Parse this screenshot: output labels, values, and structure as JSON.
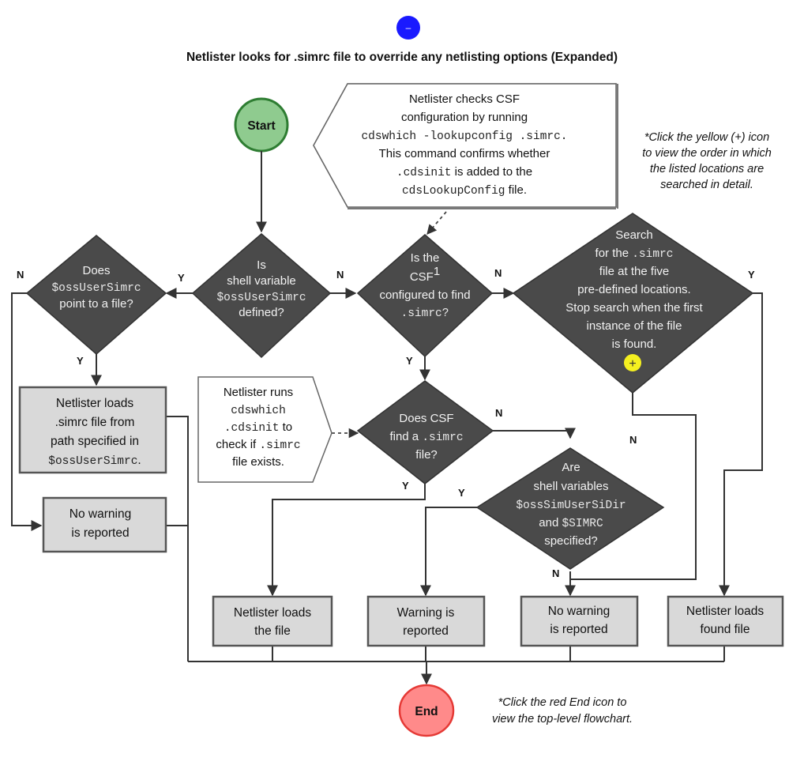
{
  "header": {
    "collapse_icon_label": "–",
    "title": "Netlister looks for .simrc file to override any netlisting options (Expanded)"
  },
  "terminals": {
    "start": "Start",
    "end": "End"
  },
  "notes": {
    "csf_check": {
      "lines": [
        {
          "t": "Netlister checks CSF",
          "mono": false
        },
        {
          "t": "configuration by running",
          "mono": false
        },
        {
          "t": "cdswhich -lookupconfig .simrc.",
          "mono": true
        },
        {
          "t": "This command confirms whether",
          "mono": false
        },
        {
          "t": ".cdsinit is added to the",
          "mono": "mixed",
          "mono_part": ".cdsinit",
          "rest": " is added to the"
        },
        {
          "t": "cdsLookupConfig file.",
          "mono": "mixed",
          "mono_part": "cdsLookupConfig",
          "rest": " file."
        }
      ]
    },
    "runs_cdswhich": {
      "line1": "Netlister runs",
      "line2": "cdswhich",
      "line3_mono": ".cdsinit",
      "line3_rest": " to",
      "line4_text": "check if ",
      "line4_mono": ".simrc",
      "line5": "file exists."
    },
    "yellow_hint": [
      "*Click the yellow (+) icon",
      "to view the order in which",
      "the listed locations are",
      "searched in detail."
    ],
    "end_hint": [
      "*Click the red End icon to",
      "view the top-level flowchart."
    ]
  },
  "decisions": {
    "shell_var": {
      "l1": "Is",
      "l2": "shell variable",
      "l3": "$ossUserSimrc",
      "l4": "defined?"
    },
    "points_file": {
      "l1": "Does",
      "l2": "$ossUserSimrc",
      "l3": "point to a file?"
    },
    "csf_config": {
      "l1": "Is the",
      "l2": "CSF",
      "sup": "1",
      "l3": "configured to find",
      "l4": ".simrc?"
    },
    "search": {
      "l1": "Search",
      "l2a": "for the ",
      "l2b": ".simrc",
      "l3": "file at the five",
      "l4": "pre-defined locations.",
      "l5": "Stop search when the first",
      "l6": "instance of the file",
      "l7": "is found.",
      "plus": "+"
    },
    "csf_find": {
      "l1": "Does CSF",
      "l2a": "find a ",
      "l2b": ".simrc",
      "l3": "file?"
    },
    "shell_vars": {
      "l1": "Are",
      "l2": "shell variables",
      "l3": "$ossSimUserSiDir",
      "l4a": "and ",
      "l4b": "$SIMRC",
      "l5": "specified?"
    }
  },
  "boxes": {
    "loads_path": {
      "l1": "Netlister loads",
      "l2": ".simrc file from",
      "l3": "path specified in",
      "l4": "$ossUserSimrc",
      "l4b": "."
    },
    "no_warning_left": {
      "l1": "No warning",
      "l2": "is reported"
    },
    "loads_file": {
      "l1": "Netlister loads",
      "l2": "the file"
    },
    "warning": {
      "l1": "Warning is",
      "l2": "reported"
    },
    "no_warning_mid": {
      "l1": "No warning",
      "l2": "is reported"
    },
    "loads_found": {
      "l1": "Netlister loads",
      "l2": "found file"
    }
  },
  "labels": {
    "Y": "Y",
    "N": "N"
  },
  "colors": {
    "start_fill": "#8fcb8f",
    "start_stroke": "#2e7d32",
    "end_fill": "#ff8a8a",
    "end_stroke": "#e53935",
    "collapse_icon": "#1a1aff",
    "plus_icon": "#f5f020",
    "decision_fill": "#4a4a4a",
    "box_fill": "#d9d9d9"
  }
}
